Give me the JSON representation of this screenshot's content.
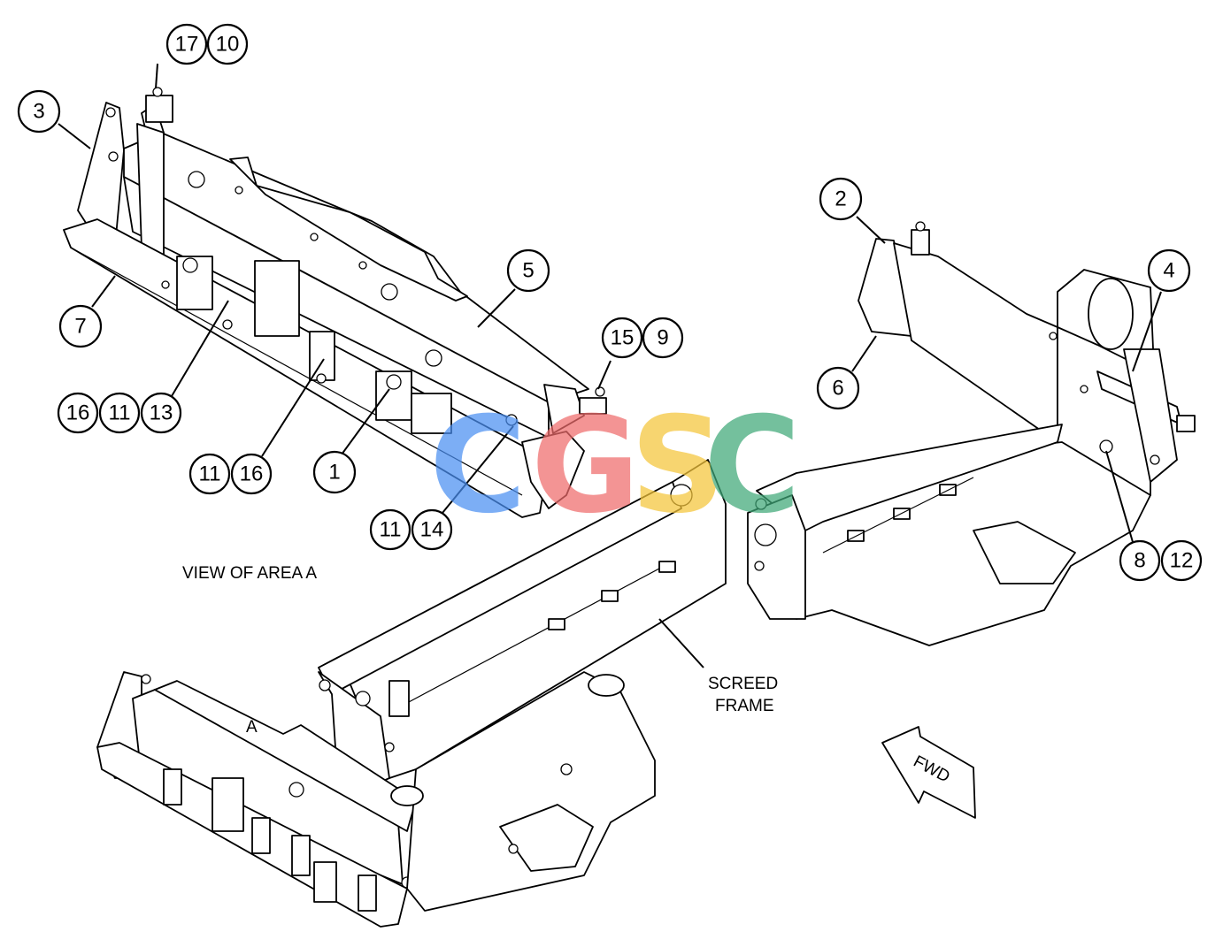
{
  "callouts": [
    {
      "n": "17"
    },
    {
      "n": "10"
    },
    {
      "n": "3"
    },
    {
      "n": "2"
    },
    {
      "n": "5"
    },
    {
      "n": "4"
    },
    {
      "n": "7"
    },
    {
      "n": "15"
    },
    {
      "n": "9"
    },
    {
      "n": "6"
    },
    {
      "n": "16"
    },
    {
      "n": "11"
    },
    {
      "n": "13"
    },
    {
      "n": "11"
    },
    {
      "n": "16"
    },
    {
      "n": "1"
    },
    {
      "n": "11"
    },
    {
      "n": "14"
    },
    {
      "n": "8"
    },
    {
      "n": "12"
    }
  ],
  "labels": {
    "view": "VIEW OF AREA A",
    "screed_line1": "SCREED",
    "screed_line2": "FRAME",
    "area": "A",
    "fwd": "FWD"
  },
  "watermark": {
    "letters": [
      "C",
      "G",
      "S",
      "C"
    ],
    "colors": [
      "#4a8ff2",
      "#ef6b6b",
      "#f5c53a",
      "#3fa878"
    ]
  }
}
